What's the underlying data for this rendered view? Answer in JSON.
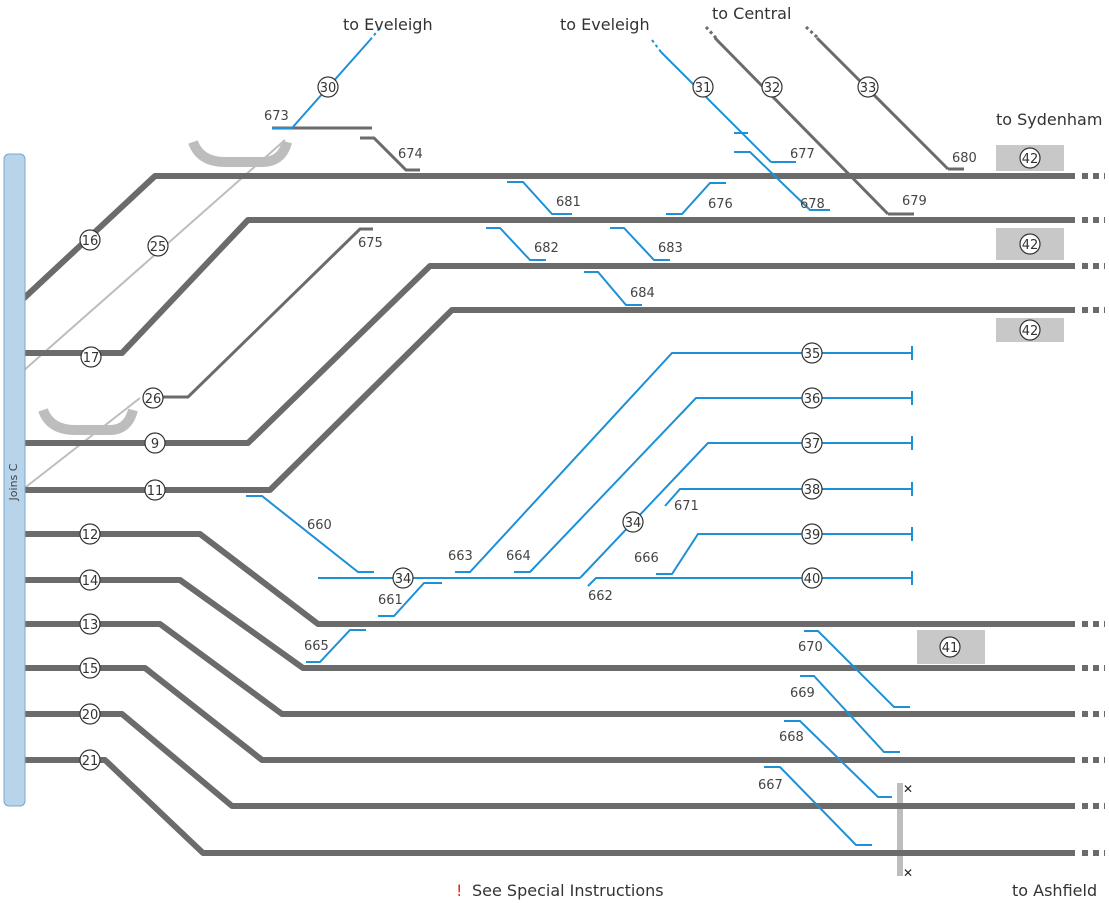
{
  "labels": {
    "to_eveleigh_1": "to Eveleigh",
    "to_eveleigh_2": "to Eveleigh",
    "to_central": "to Central",
    "to_sydenham": "to Sydenham",
    "to_ashfield": "to Ashfield",
    "joins_c": "Joins C",
    "special_mark": "!",
    "special_text": "See Special Instructions"
  },
  "circles": {
    "c30": "30",
    "c31": "31",
    "c32": "32",
    "c33": "33",
    "c16": "16",
    "c25": "25",
    "c17": "17",
    "c26": "26",
    "c9": "9",
    "c11": "11",
    "c12": "12",
    "c14": "14",
    "c13": "13",
    "c15": "15",
    "c20": "20",
    "c21": "21",
    "c34a": "34",
    "c34b": "34",
    "c35": "35",
    "c36": "36",
    "c37": "37",
    "c38": "38",
    "c39": "39",
    "c40": "40",
    "c41": "41",
    "c42a": "42",
    "c42b": "42",
    "c42c": "42"
  },
  "points": {
    "p673": "673",
    "p674": "674",
    "p675": "675",
    "p676": "676",
    "p677": "677",
    "p678": "678",
    "p679": "679",
    "p680": "680",
    "p681": "681",
    "p682": "682",
    "p683": "683",
    "p684": "684",
    "p660": "660",
    "p661": "661",
    "p662": "662",
    "p663": "663",
    "p664": "664",
    "p665": "665",
    "p666": "666",
    "p667": "667",
    "p668": "668",
    "p669": "669",
    "p670": "670",
    "p671": "671"
  },
  "colors": {
    "track_main": "#6b6b6b",
    "track_blue": "#1e90d6",
    "joins_bar": "#b7d4ea",
    "signal_box": "#c8c8c8",
    "warning": "#e0301e"
  }
}
